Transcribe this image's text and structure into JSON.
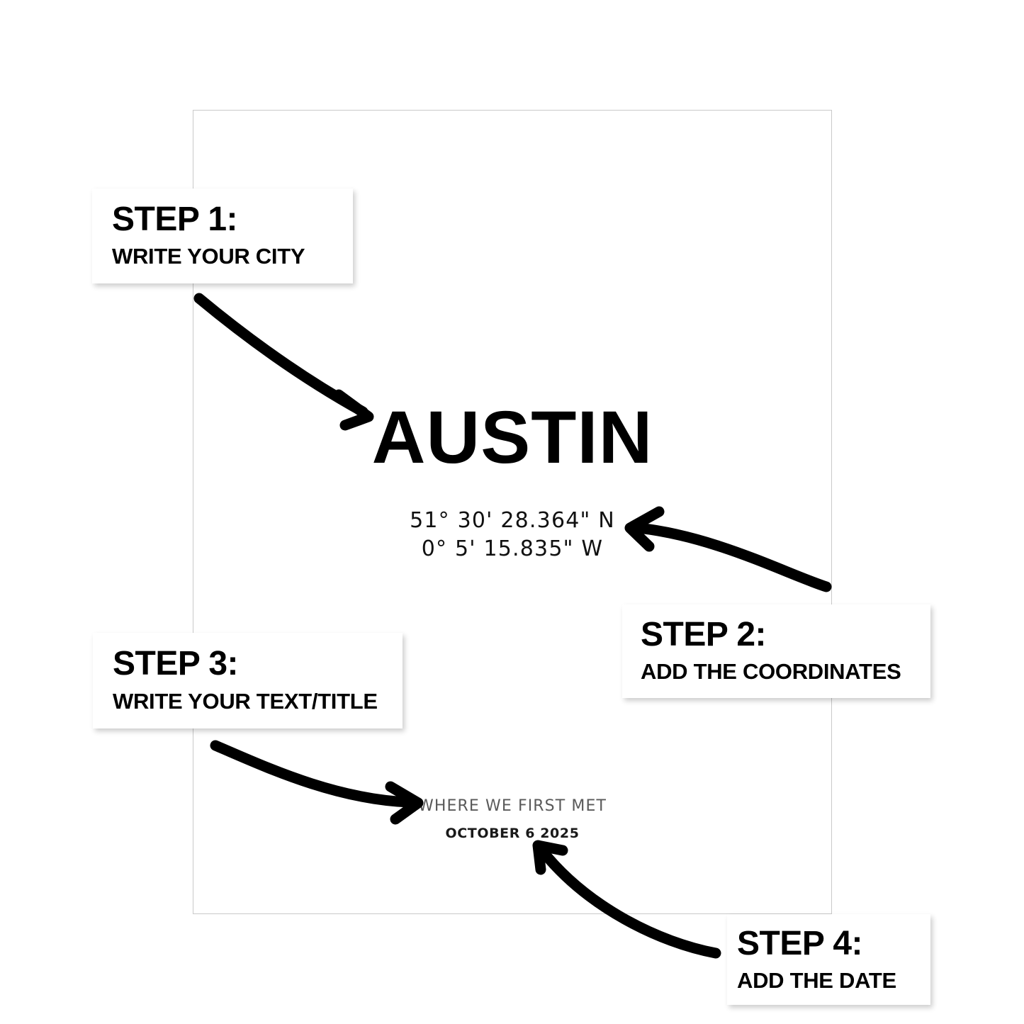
{
  "poster": {
    "city_name": "AUSTIN",
    "coordinates": {
      "latitude": "51° 30' 28.364\" N",
      "longitude": "0° 5' 15.835\" W"
    },
    "subtitle": "WHERE WE FIRST MET",
    "date": "OCTOBER 6 2025"
  },
  "steps": [
    {
      "id": "step-1",
      "title": "STEP 1:",
      "instruction": "WRITE YOUR CITY",
      "arrow": "curved-arrow-down-right"
    },
    {
      "id": "step-2",
      "title": "STEP 2:",
      "instruction": "ADD THE COORDINATES",
      "arrow": "curved-arrow-left"
    },
    {
      "id": "step-3",
      "title": "STEP 3:",
      "instruction": "WRITE YOUR TEXT/TITLE",
      "arrow": "curved-arrow-right"
    },
    {
      "id": "step-4",
      "title": "STEP 4:",
      "instruction": "ADD THE DATE",
      "arrow": "curved-arrow-up-left"
    }
  ],
  "colors": {
    "background": "#ffffff",
    "text": "#000000",
    "subtitle_gray": "#5a5a5a",
    "frame_border": "#c9c9c9",
    "arrow": "#000000"
  }
}
